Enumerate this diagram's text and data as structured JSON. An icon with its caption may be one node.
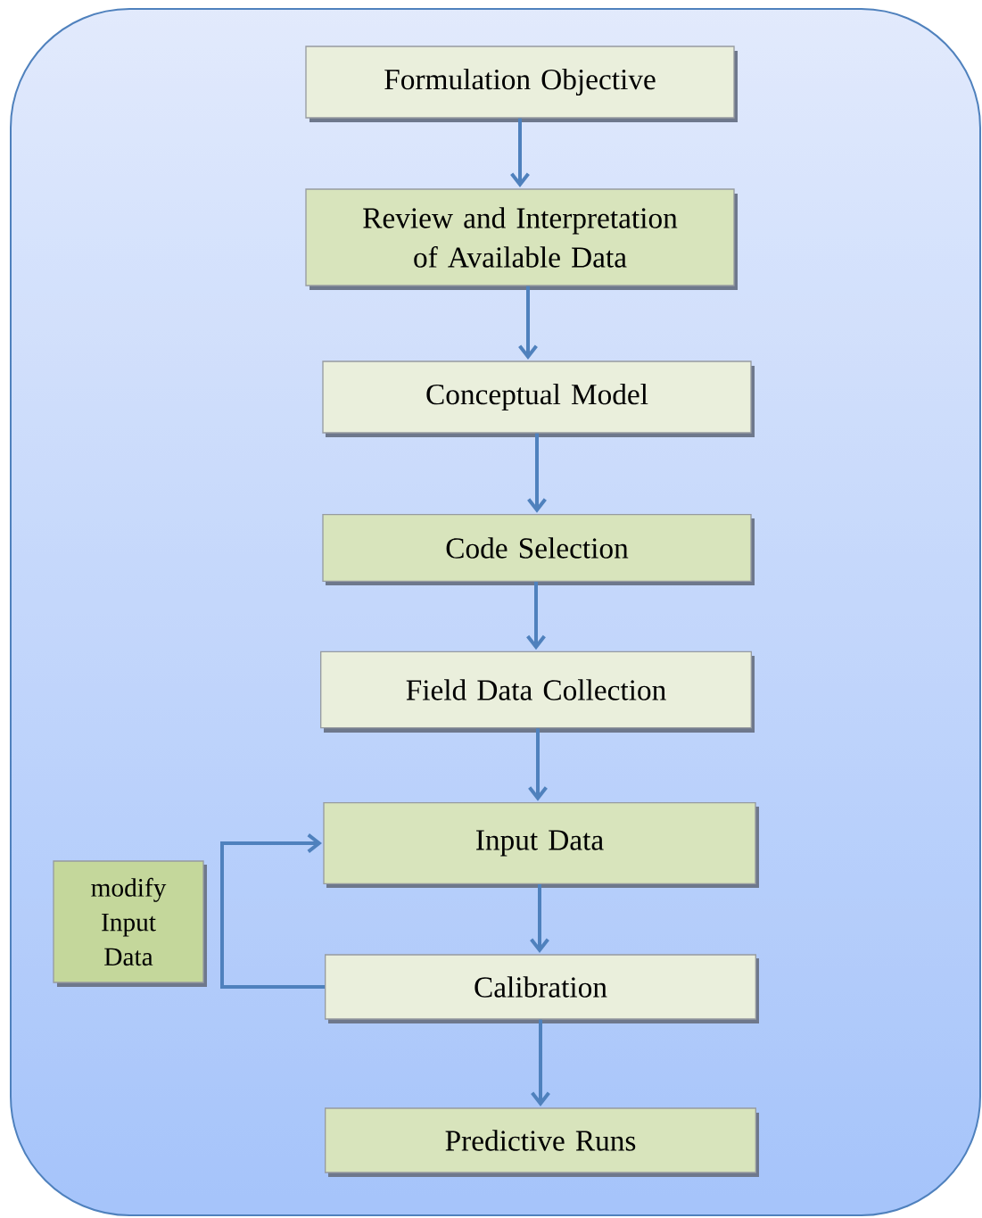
{
  "diagram": {
    "nodes": [
      {
        "text": [
          "Formulation Objective"
        ]
      },
      {
        "text": [
          "Review and Interpretation of Available Data"
        ]
      },
      {
        "text": [
          "Conceptual Model"
        ]
      },
      {
        "text": [
          "Code Selection"
        ]
      },
      {
        "text": [
          "Field Data Collection"
        ]
      },
      {
        "text": [
          "Input Data"
        ]
      },
      {
        "text": [
          "modify Input Data"
        ]
      },
      {
        "text": [
          "Calibration"
        ]
      },
      {
        "text": [
          "Predictive Runs"
        ]
      }
    ],
    "edges": [
      {
        "from": 0,
        "to": 1,
        "arrow": "to"
      },
      {
        "from": 1,
        "to": 2,
        "arrow": "to"
      },
      {
        "from": 2,
        "to": 3,
        "arrow": "to"
      },
      {
        "from": 3,
        "to": 4,
        "arrow": "to"
      },
      {
        "from": 4,
        "to": 5,
        "arrow": "to"
      },
      {
        "from": 5,
        "to": 7,
        "arrow": "to"
      },
      {
        "from": 7,
        "to": 5,
        "arrow": "to"
      },
      {
        "from": 7,
        "to": 8,
        "arrow": "to"
      }
    ]
  }
}
